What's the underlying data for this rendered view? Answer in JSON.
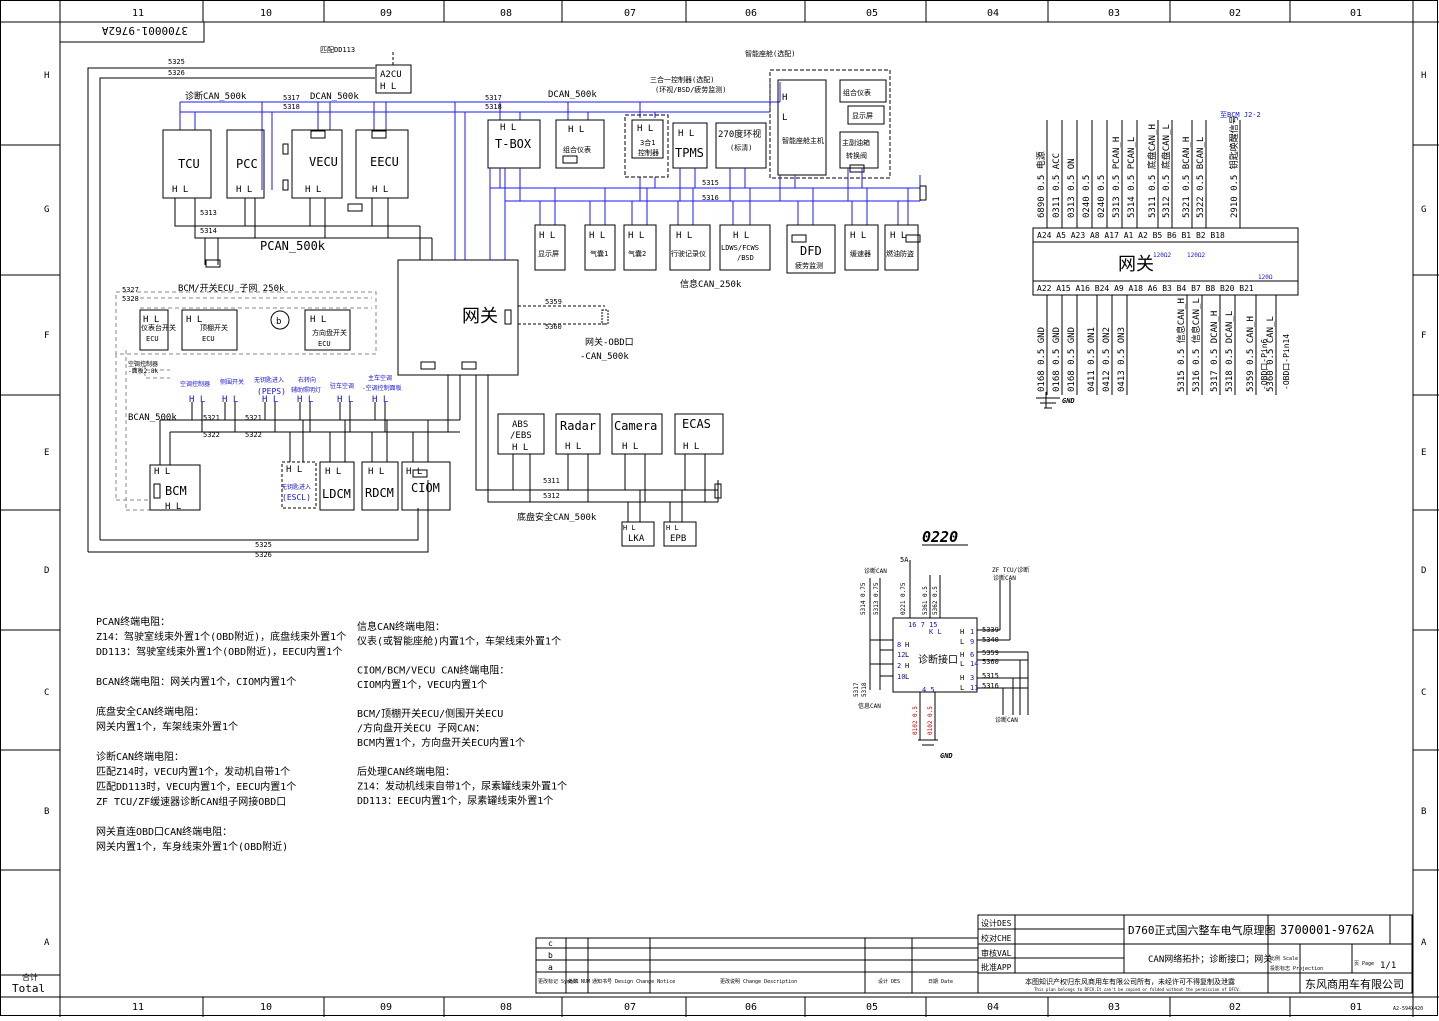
{
  "sheet": {
    "drawing_no": "3700001-9762A",
    "columns": [
      "11",
      "10",
      "09",
      "08",
      "07",
      "06",
      "05",
      "04",
      "03",
      "02",
      "01"
    ],
    "rows": [
      "H",
      "G",
      "F",
      "E",
      "D",
      "C",
      "B",
      "A"
    ],
    "total_label": "合计",
    "total_label_en": "Total"
  },
  "buses": {
    "diag_can": "诊断CAN_500k",
    "dcan_left": "DCAN_500k",
    "dcan_right": "DCAN_500k",
    "pcan": "PCAN_500k",
    "bcm_sub": "BCM/开关ECU 子网 250k",
    "bcan": "BCAN_500k",
    "info_can": "信息CAN_250k",
    "chassis_can": "底盘安全CAN_500k",
    "obd_can_1": "网关-OBD口",
    "obd_can_2": "-CAN_500k",
    "ac_sub": "空调控制器",
    "ac_sub_2": "-面板2.8k"
  },
  "wires": {
    "w5325": "5325",
    "w5326": "5326",
    "w5317": "5317",
    "w5318": "5318",
    "w5313": "5313",
    "w5314": "5314",
    "w5315": "5315",
    "w5316": "5316",
    "w5327": "5327",
    "w5328": "5328",
    "w5359": "5359",
    "w5360": "5360",
    "w5321": "5321",
    "w5322": "5322",
    "w5311": "5311",
    "w5312": "5312"
  },
  "modules": {
    "match_dd113": "匹配DD113",
    "a2cu": "A2CU",
    "tcu": "TCU",
    "pcc": "PCC",
    "vecu": "VECU",
    "eecu": "EECU",
    "tbox": "T-BOX",
    "cluster": "组合仪表",
    "three_in_one": "3合1",
    "three_in_one_2": "控制器",
    "three_in_one_note": "三合一控制器(选配)",
    "three_in_one_note_2": "(环视/BSD/疲劳监测)",
    "tpms": "TPMS",
    "radar270": "270度环视",
    "radar270_2": "(标清)",
    "smart_cockpit": "智能座舱(选配)",
    "cockpit_host": "智能座舱主机",
    "cockpit_cluster": "组合仪表",
    "cockpit_display": "显示屏",
    "main_sub": "主副油箱",
    "main_sub_2": "转换阀",
    "display": "显示屏",
    "airbag1": "气囊1",
    "airbag2": "气囊2",
    "recorder": "行驶记录仪",
    "ldws": "LDWS/FCWS",
    "ldws_2": "/BSD",
    "dfd": "DFD",
    "dfd_2": "疲劳监测",
    "retarder": "缓速器",
    "fuel_theft": "燃油防盗",
    "gateway": "网关",
    "inst_ecu": "仪表台开关",
    "inst_ecu_2": "ECU",
    "roof_ecu": "顶棚开关",
    "roof_ecu_2": "ECU",
    "steer_ecu": "方向盘开关",
    "steer_ecu_2": "ECU",
    "b_marker": "b",
    "ac_ctrl": "空调控制器",
    "side_switch": "侧围开关",
    "keyless": "无钥匙进入",
    "keyless_2": "(PEPS)",
    "steer_follow": "右转向",
    "steer_follow_2": "辅助照明灯",
    "parking_ac": "驻车空调",
    "master_ac": "主车空调",
    "master_ac_2": "-空调控制面板",
    "bcm": "BCM",
    "escl": "无钥匙进入",
    "escl_2": "(ESCL)",
    "ldcm": "LDCM",
    "rdcm": "RDCM",
    "ciom": "CIOM",
    "abs": "ABS",
    "abs_2": "/EBS",
    "radar": "Radar",
    "camera": "Camera",
    "ecas": "ECAS",
    "lka": "LKA",
    "epb": "EPB",
    "hl": "H  L"
  },
  "gateway_table": {
    "top_wires": [
      "6890 0.5 电源",
      "0311 0.5 ACC",
      "0313 0.5 ON",
      "0240 0.5",
      "0240 0.5",
      "5313 0.5 PCAN_H",
      "5314 0.5 PCAN_L",
      "5311 0.5 底盘CAN_H",
      "5312 0.5 底盘CAN_L",
      "5321 0.5 BCAN_H",
      "5322 0.5 BCAN_L",
      "2910 0.5 钥匙唤醒信号"
    ],
    "top_pins": "A24 A5 A23 A8 A17  A1  A2        B5 B6 B1 B2        B18",
    "bcm_note": "至BCM J2-2",
    "title": "网关",
    "res1": "120Ω2",
    "res2": "120Ω2",
    "res3": "120Ω",
    "bottom_pins": "A22 A15 A16 B24  A9 A18 A6   B3 B4 B7 B8  B20 B21",
    "bottom_wires": [
      "0168 0.5 GND",
      "0168 0.5 GND",
      "0168 0.5 GND",
      "0411 0.5 ON1",
      "0412 0.5 ON2",
      "0413 0.5 ON3",
      "5315 0.5 信息CAN_H",
      "5316 0.5 信息CAN_L",
      "5317 0.5 DCAN_H",
      "5318 0.5 DCAN_L",
      "5359 0.5 CAN_H",
      "5360 0.5 CAN_L"
    ],
    "obd_pin6": "-OBD口-Pin6",
    "obd_pin14": "-OBD口-Pin14",
    "gnd": "GND"
  },
  "diag_conn": {
    "code": "0220",
    "fuse": "5A",
    "title": "诊断接口",
    "top_wires": [
      "5314 0.75",
      "5313 0.75",
      "0221 0.75",
      "5361 0.5",
      "5362 0.5"
    ],
    "diag_can_label": "诊断CAN",
    "zf_label": "ZF TCU/诊断",
    "zf_label_2": "诊断CAN",
    "top_pins": "16    7  15",
    "top_pins_2": "K   L",
    "left_pins": [
      "8",
      "12",
      "2",
      "10"
    ],
    "left_hl": [
      "H",
      "L",
      "H",
      "L"
    ],
    "right_pins": [
      "1",
      "9",
      "6",
      "14",
      "3",
      "11"
    ],
    "right_hl": [
      "H",
      "L",
      "H",
      "L",
      "H",
      "L"
    ],
    "right_wires": [
      "5339",
      "5340",
      "5359",
      "5360",
      "5315",
      "5316"
    ],
    "left_wires": [
      "5317",
      "5318"
    ],
    "bottom_pins": "4    5",
    "bottom_wires": [
      "0102 0.5",
      "0102 0.5"
    ],
    "bottom_can_left": "信息CAN",
    "bottom_can_right": "诊断CAN",
    "gnd": "GND"
  },
  "notes_left": [
    "PCAN终端电阻：",
    "Z14：驾驶室线束外置1个(OBD附近)，底盘线束外置1个",
    "DD113：驾驶室线束外置1个(OBD附近)，EECU内置1个",
    "",
    "BCAN终端电阻：网关内置1个，CIOM内置1个",
    "",
    "底盘安全CAN终端电阻：",
    "网关内置1个，车架线束外置1个",
    "",
    "诊断CAN终端电阻：",
    "匹配Z14时，VECU内置1个，发动机自带1个",
    "匹配DD113时，VECU内置1个，EECU内置1个",
    "ZF TCU/ZF缓速器诊断CAN组子网接OBD口",
    "",
    "网关直连OBD口CAN终端电阻：",
    "网关内置1个，车身线束外置1个(OBD附近)"
  ],
  "notes_right": [
    "信息CAN终端电阻：",
    "仪表(或智能座舱)内置1个，车架线束外置1个",
    "",
    "CIOM/BCM/VECU CAN终端电阻：",
    "CIOM内置1个，VECU内置1个",
    "",
    "BCM/顶棚开关ECU/侧围开关ECU",
    "/方向盘开关ECU 子网CAN：",
    "BCM内置1个，方向盘开关ECU内置1个",
    "",
    "后处理CAN终端电阻：",
    "Z14：发动机线束自带1个，尿素罐线束外置1个",
    "DD113：EECU内置1个，尿素罐线束外置1个"
  ],
  "title_block": {
    "design": "设计DES",
    "check": "校对CHE",
    "review": "审核VAL",
    "approve": "批准APP",
    "title": "D760正式国六整车电气原理图",
    "subtitle": "CAN网络拓扑；诊断接口；网关",
    "drawing_no": "3700001-9762A",
    "copyright": "本图知识产权归东风商用车有限公司所有，未经许可不得复制及泄露",
    "copyright_en": "This plan belongs to DFCV.It can't be copied or folded without the permission of DFCV.",
    "company": "东风商用车有限公司",
    "scale": "比例 Scale",
    "projection": "投影标志 Projection",
    "page": "1/1",
    "page_label": "页 Page",
    "size": "A2-594X420",
    "change_symbol": "更改标记 Symbol",
    "qty": "处数 NUM",
    "notice": "通知书号 Design Change Notice",
    "desc": "更改说明 Change Description",
    "des": "设计 DES",
    "date": "日期 Date",
    "rev_c": "c",
    "rev_b": "b",
    "rev_a": "a"
  },
  "colors": {
    "bus_blue": "#1a1aff",
    "line_black": "#000000",
    "red_label": "#d00000",
    "blue_label": "#1515d0"
  }
}
